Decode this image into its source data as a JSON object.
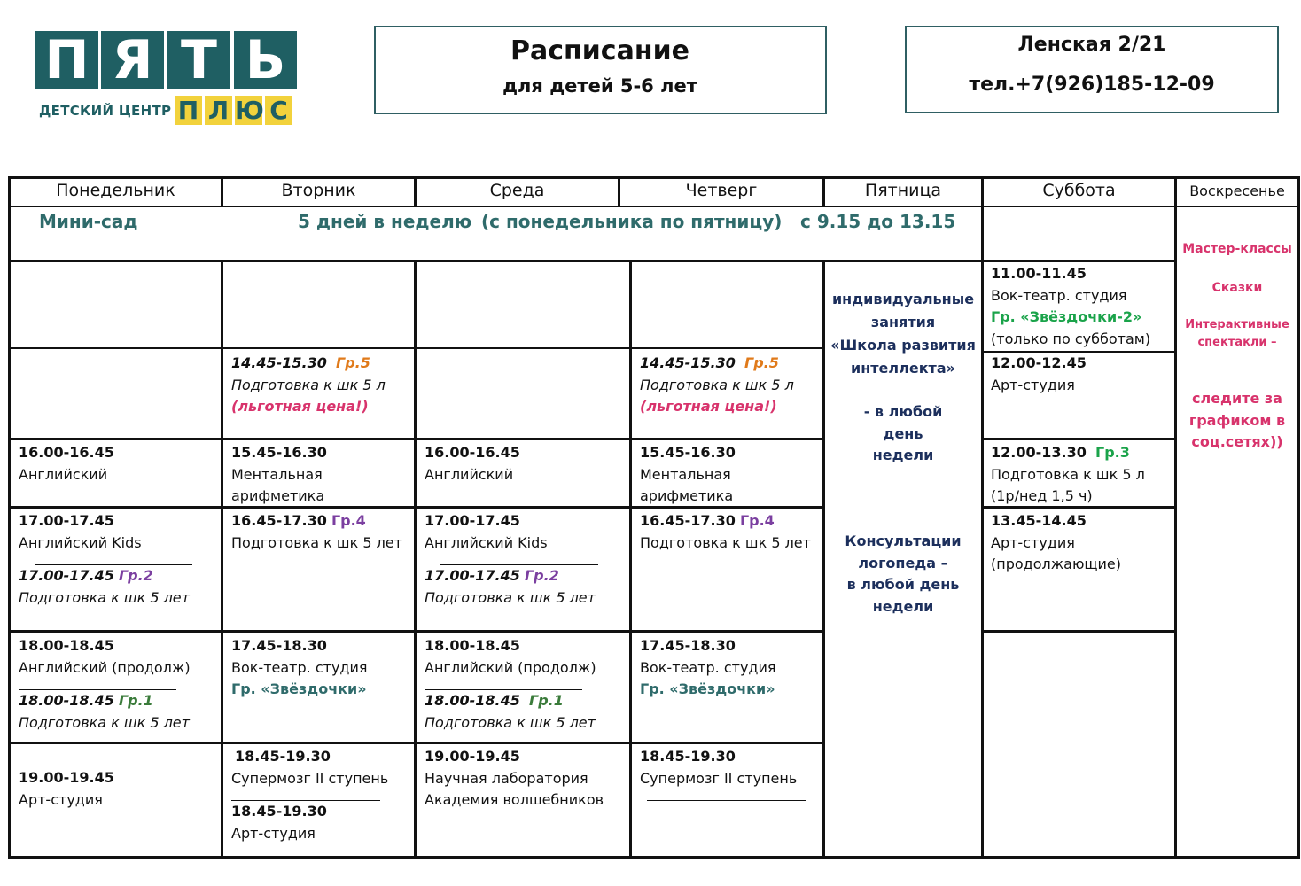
{
  "logo": {
    "letters": [
      "П",
      "Я",
      "Т",
      "Ь"
    ],
    "subtitle": "ДЕТСКИЙ ЦЕНТР",
    "plus_letters": [
      "П",
      "Л",
      "Ю",
      "С"
    ],
    "colors": {
      "dark": "#1f5f63",
      "yellow": "#f2d23c"
    }
  },
  "header": {
    "title": "Расписание",
    "subtitle": "для  детей 5-6 лет",
    "address": "Ленская 2/21",
    "phone": "тел.+7(926)185-12-09"
  },
  "days": [
    "Понедельник",
    "Вторник",
    "Среда",
    "Четверг",
    "Пятница",
    "Суббота",
    "Воскресенье"
  ],
  "minisad": {
    "name": "Мини-сад",
    "frequency": "5 дней в неделю",
    "range": "(с понедельника по пятницу)",
    "hours": "с 9.15 до 13.15"
  },
  "tue_prep": {
    "time": "14.45-15.30",
    "group": "Гр.5",
    "text": "Подготовка к шк 5 л",
    "note": "(льготная цена!)"
  },
  "thu_prep": {
    "time": "14.45-15.30",
    "group": "Гр.5",
    "text": "Подготовка к шк 5 л",
    "note": "(льготная цена!)"
  },
  "mon": {
    "r1": {
      "time": "16.00-16.45",
      "text": "Английский"
    },
    "r2": {
      "time": "17.00-17.45",
      "text": "Английский Kids",
      "time2": "17.00-17.45",
      "group": "Гр.2",
      "text2": "Подготовка к шк 5 лет"
    },
    "r3": {
      "time": "18.00-18.45",
      "text": "Английский (продолж)",
      "time2": "18.00-18.45",
      "group": "Гр.1",
      "text2": "Подготовка к шк 5 лет"
    },
    "r4": {
      "time": "19.00-19.45",
      "text": "Арт-студия"
    }
  },
  "tue": {
    "r1": {
      "time": "15.45-16.30",
      "text1": "Ментальная",
      "text2": "арифметика"
    },
    "r2": {
      "time": "16.45-17.30",
      "group": "Гр.4",
      "text": "Подготовка к шк 5 лет"
    },
    "r3": {
      "time": "17.45-18.30",
      "text": "Вок-театр. студия",
      "group": "Гр. «Звёздочки»"
    },
    "r4": {
      "time": "18.45-19.30",
      "text": "Супермозг II ступень",
      "time2": "18.45-19.30",
      "text2": "Арт-студия"
    }
  },
  "wed": {
    "r1": {
      "time": "16.00-16.45",
      "text": "Английский"
    },
    "r2": {
      "time": "17.00-17.45",
      "text": "Английский Kids",
      "time2": "17.00-17.45",
      "group": "Гр.2",
      "text2": "Подготовка к шк 5 лет"
    },
    "r3": {
      "time": "18.00-18.45",
      "text": "Английский (продолж)",
      "time2": "18.00-18.45",
      "group": "Гр.1",
      "text2": "Подготовка к шк 5 лет"
    },
    "r4": {
      "time": "19.00-19.45",
      "text1": "Научная лаборатория",
      "text2": "Академия волшебников"
    }
  },
  "thu": {
    "r1": {
      "time": "15.45-16.30",
      "text1": "Ментальная",
      "text2": "арифметика"
    },
    "r2": {
      "time": "16.45-17.30",
      "group": "Гр.4",
      "text": "Подготовка к шк 5 лет"
    },
    "r3": {
      "time": "17.45-18.30",
      "text": "Вок-театр. студия",
      "group": "Гр. «Звёздочки»"
    },
    "r4": {
      "time": "18.45-19.30",
      "text": "Супермозг II ступень"
    }
  },
  "fri": {
    "lines1": [
      "индивидуальные",
      "занятия",
      "«Школа развития",
      "интеллекта»"
    ],
    "lines2": [
      "- в любой",
      "день",
      "недели"
    ],
    "lines3": [
      "Консультации",
      "логопеда –",
      "в любой день",
      "недели"
    ]
  },
  "sat": {
    "r0": {
      "time": "11.00-11.45",
      "text": "Вок-театр. студия",
      "group": "Гр. «Звёздочки-2»",
      "note": "(только по субботам)"
    },
    "r1": {
      "time": "12.00-12.45",
      "text": "Арт-студия"
    },
    "r2": {
      "time": "12.00-13.30",
      "group": "Гр.3",
      "text": "Подготовка к шк 5 л",
      "note": "(1р/нед 1,5 ч)"
    },
    "r3": {
      "time": "13.45-14.45",
      "text": "Арт-студия",
      "note": "(продолжающие)"
    }
  },
  "sun": {
    "l1": "Мастер-классы",
    "l2": "Сказки",
    "l3a": "Интерактивные",
    "l3b": "спектакли –",
    "l4a": "следите за",
    "l4b": "графиком в",
    "l4c": "соц.сетях))"
  }
}
